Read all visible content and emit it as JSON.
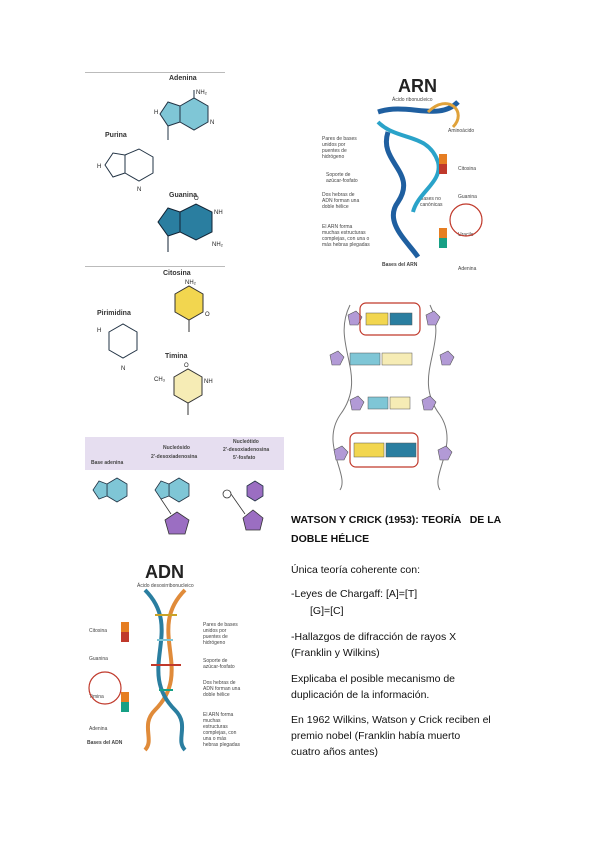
{
  "fig_bases": {
    "adenina": "Adenina",
    "purina": "Purina",
    "guanina": "Guanina",
    "citosina": "Citosina",
    "pirimidina": "Pirimidina",
    "timina": "Timina",
    "nh2": "NH₂",
    "o": "O",
    "nh": "NH",
    "n": "N",
    "h": "H",
    "ch3": "CH₃"
  },
  "fig_arn": {
    "title": "ARN",
    "subtitle": "Ácido ribonucleico",
    "label_pares": "Pares de bases unidos por puentes de hidrógeno",
    "label_soporte": "Soporte de azúcar-fosfato",
    "label_dos_hebras": "Dos hebras de ADN forman una doble hélice",
    "label_arn_forma": "El ARN forma muchas estructuras complejas, con una o más hebras plegadas",
    "label_bases_no": "Bases no canónicas",
    "label_aminoacido": "Aminoácido",
    "label_citosina": "Citosina",
    "label_guanina": "Guanina",
    "label_uracilo": "Uracilo",
    "label_adenina": "Adenina",
    "label_bases_del": "Bases del ARN"
  },
  "fig_nucleo": {
    "col1": "Base adenina",
    "col2": "Nucleósido 2'-desoxiadenosina",
    "col3": "Nucleótido 2'-desoxiadenosina 5'-fosfato",
    "col2a": "Nucleósido",
    "col2b": "2'-desoxiadenosina",
    "col3a": "Nucleótido",
    "col3b": "2'-desoxiadenosina",
    "col3c": "5'-fosfato",
    "base": "Base adenina"
  },
  "fig_adn": {
    "title": "ADN",
    "subtitle": "Ácido desoxirribonucleico",
    "label_pares": "Pares de bases unidos por puentes de hidrógeno",
    "label_soporte": "Soporte de azúcar-fosfato",
    "label_dos_hebras": "Dos hebras de ADN forman una doble hélice",
    "label_arn_forma": "El ARN forma muchas estructuras complejas, con una o más hebras plegadas",
    "label_citosina": "Citosina",
    "label_guanina": "Guanina",
    "label_timina": "Timina",
    "label_adenina": "Adenina",
    "label_bases_del": "Bases del ADN"
  },
  "text": {
    "heading_line1": "WATSON Y CRICK (1953): TEORÍA   DE LA",
    "heading_line2": "DOBLE HÉLICE",
    "p1": "Única teoría coherente con:",
    "p2a": "-Leyes de Chargaff: [A]=[T]",
    "p2b": "[G]=[C]",
    "p3a": "-Hallazgos de difracción de rayos X",
    "p3b": "(Franklin y Wilkins)",
    "p4a": "Explicaba el posible mecanismo de",
    "p4b": "duplicación de la información.",
    "p5a": "En 1962 Wilkins, Watson y Crick reciben el",
    "p5b": "premio nobel (Franklin había muerto",
    "p5c": "cuatro años antes)"
  },
  "colors": {
    "adenina": "#7fc6d6",
    "guanina": "#2a7ea0",
    "citosina": "#f2d64f",
    "timina": "#f6ecb5",
    "lavanda": "#e6def0",
    "rojo": "#c0392b"
  }
}
